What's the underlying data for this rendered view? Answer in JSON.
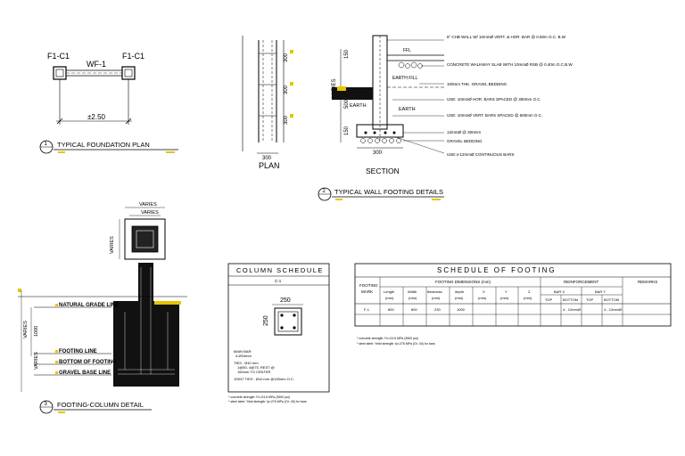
{
  "foundation_plan": {
    "label_left": "F1-C1",
    "label_right": "F1-C1",
    "wall_label": "WF-1",
    "dimension": "±2.50",
    "detail_number": "1",
    "title": "TYPICAL FOUNDATION PLAN"
  },
  "wall_plan": {
    "dims": [
      "300",
      "300",
      "300"
    ],
    "width": "300",
    "caption": "PLAN"
  },
  "wall_section": {
    "caption": "SECTION",
    "varies_label": "VARIES",
    "dims_left": [
      "150",
      "500",
      "150"
    ],
    "width": "300",
    "earth_left": "EARTH",
    "earth_right": "EARTH",
    "earth_fill": "EARTH FILL",
    "notes": [
      "6\" CHB WALL W/ 10mmØ VERT. & HOR. BAR @ 0.60m O.C.  B.W",
      "CONCRETE WALKWAY SLAB WITH 10mmØ RSB @ 0.40m O.C.B.W",
      "100mm THK. GRAVEL BEDDING",
      "USE: 10mmØ HOR. BARS SPACED @ 300mm O.C.",
      "USE: 10mmØ VERT. BARS SPACED @ 600mm O.C.",
      "12mmØ @ 300mm",
      "GRAVEL BEDDING",
      "USE:4-12mmØ CONTINUOUS BARS"
    ],
    "detail_number": "2",
    "title": "TYPICAL WALL FOOTING DETAILS"
  },
  "footing_column": {
    "varies_top": "VARIES",
    "varies_top2": "VARIES",
    "varies_side": "VARIES",
    "varies_left": "VARIES",
    "dim_1000": "1000",
    "dim_varies_low": "VARIES",
    "levels": [
      "NATURAL GRADE LINE",
      "FOOTING LINE",
      "BOTTOM OF FOOTING",
      "GRAVEL BASE LINE"
    ],
    "detail_number": "3",
    "title": "FOOTING-COLUMN DETAIL"
  },
  "column_schedule": {
    "title": "COLUMN SCHEDULE",
    "mark": "C-1",
    "dim_w": "250",
    "dim_h": "250",
    "notes": [
      "MAIN BAR:",
      "4-Ø16mm",
      "TIES : Ø10 mm",
      "1@50, 4@75, REST @",
      "150mm TO CENTER",
      "JOINT TIES : Ø10 mm @150mm O.C."
    ],
    "footnotes": [
      "* concrete strength: Fc=24.5 MPa (3500 psi)",
      "* steel steel: Yield strength: fy=276 MPa (Gr. 40) for bars"
    ]
  },
  "schedule_footing": {
    "title": "SCHEDULE OF FOOTING",
    "footing_mark_label": [
      "FOOTING",
      "MARK"
    ],
    "group_dims": "FOOTING DIMENSIONS (mm)",
    "group_reinf": "REINFORCEMENT",
    "remarks": "REMARKS",
    "dim_cols": [
      [
        "Length",
        "(mm)"
      ],
      [
        "Width",
        "(mm)"
      ],
      [
        "thickness",
        "(mm)"
      ],
      [
        "depth",
        "(mm)"
      ],
      [
        "X",
        "(mm)"
      ],
      [
        "Y",
        "(mm)"
      ],
      [
        "Z",
        "(mm)"
      ]
    ],
    "bar_x": "BAR X",
    "bar_y": "BAR Y",
    "sub": [
      "TOP",
      "BOTTOM",
      "TOP",
      "BOTTOM"
    ],
    "rows": [
      {
        "mark": "F-1",
        "length": "800",
        "width": "800",
        "thickness": "230",
        "depth": "1000",
        "x": "",
        "y": "",
        "z": "",
        "x_top": "",
        "x_bot": "4 - 12mmØ",
        "y_top": "",
        "y_bot": "4 - 12mmØ",
        "remarks": ""
      }
    ],
    "footnotes": [
      "* concrete strength: Fc=24.5 MPa (3500 psi)",
      "* steel steel: Yield strength: fy=276 MPa (Gr. 40) for bars"
    ]
  },
  "colors": {
    "ink": "#000000",
    "accent": "#e6c400",
    "fill": "#111111"
  }
}
